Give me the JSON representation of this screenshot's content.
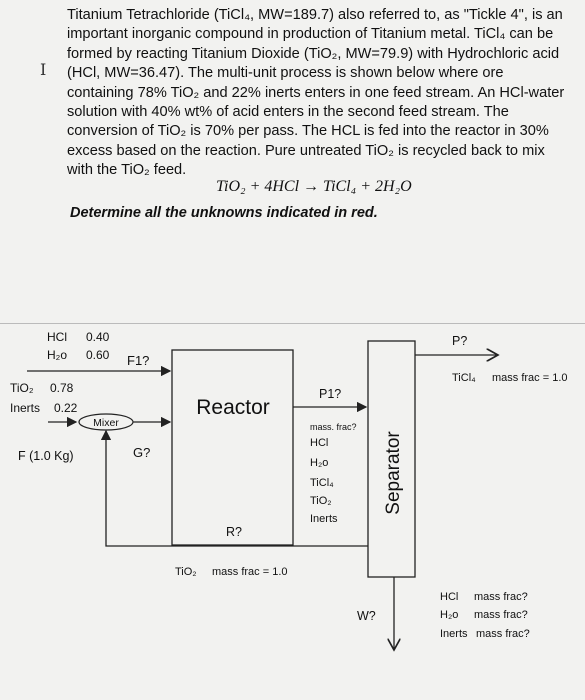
{
  "problem": {
    "paragraph": "Titanium Tetrachloride (TiCl₄, MW=189.7) also referred to, as \"Tickle 4\", is an important inorganic compound in production of Titanium metal. TiCl₄ can be formed by reacting Titanium Dioxide (TiO₂, MW=79.9) with Hydrochloric acid (HCl, MW=36.47). The multi-unit process is shown below where ore containing 78% TiO₂ and 22% inerts enters in one feed stream. An HCl-water solution with 40% wt% of acid enters in the second feed stream. The conversion of TiO₂ is 70% per pass. The HCL is fed into the reactor in 30% excess based on the reaction. Pure untreated TiO₂ is recycled back to mix with the TiO₂ feed.",
    "equation": "TiO₂ + 4HCl → TiCl₄ + 2H₂O",
    "instruction": "Determine all the unknowns indicated in red."
  },
  "diagram": {
    "feed_acid": {
      "hcl_label": "HCl",
      "hcl_value": "0.40",
      "h2o_label": "H₂o",
      "h2o_value": "0.60",
      "stream_label": "F1?"
    },
    "feed_ore": {
      "tio2_label": "TiO₂",
      "tio2_value": "0.78",
      "inerts_label": "Inerts",
      "inerts_value": "0.22",
      "basis_label": "F (1.0 Kg)"
    },
    "mixer_label": "Mixer",
    "mixer_out_label": "G?",
    "reactor_label": "Reactor",
    "reactor_out": {
      "stream_label": "P1?",
      "note": "mass. frac?",
      "components": [
        "HCl",
        "H₂o",
        "TiCl₄",
        "TiO₂",
        "Inerts"
      ]
    },
    "separator_label": "Separator",
    "recycle": {
      "stream_label": "R?",
      "tio2_label": "TiO₂",
      "frac_label": "mass frac = 1.0"
    },
    "product": {
      "stream_label": "P?",
      "ticl4_label": "TiCl₄",
      "frac_label": "mass frac = 1.0"
    },
    "waste": {
      "stream_label": "W?",
      "components": [
        {
          "name": "HCl",
          "frac": "mass frac?"
        },
        {
          "name": "H₂o",
          "frac": "mass frac?"
        },
        {
          "name": "Inerts",
          "frac": "mass frac?"
        }
      ]
    }
  }
}
